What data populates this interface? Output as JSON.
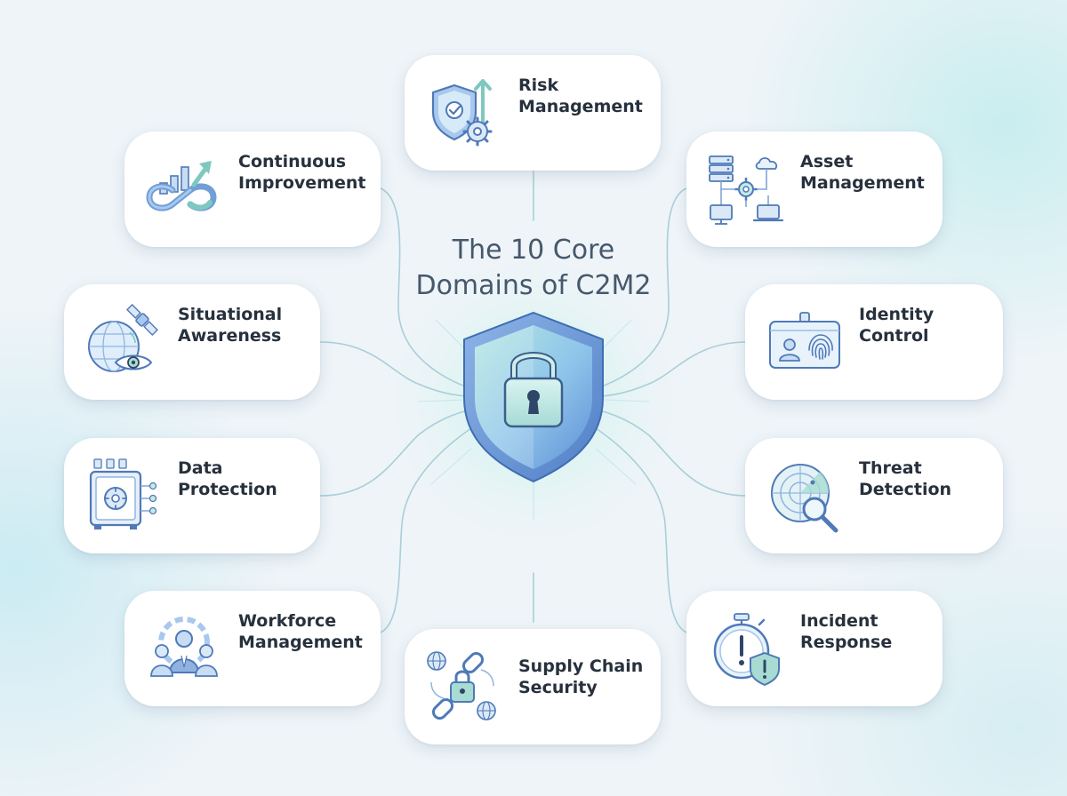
{
  "title": {
    "line1": "The 10 Core",
    "line2": "Domains of C2M2"
  },
  "colors": {
    "accent_blue": "#6f9fd6",
    "accent_teal": "#8fd3c9",
    "text": "#27313d",
    "title_text": "#45586c",
    "connector": "#a9cfd8"
  },
  "domains": [
    {
      "id": "risk-management",
      "line1": "Risk",
      "line2": "Management",
      "icon": "shield-gear-arrow-icon"
    },
    {
      "id": "asset-management",
      "line1": "Asset",
      "line2": "Management",
      "icon": "network-assets-icon"
    },
    {
      "id": "identity-control",
      "line1": "Identity",
      "line2": "Control",
      "icon": "id-card-fingerprint-icon"
    },
    {
      "id": "threat-detection",
      "line1": "Threat",
      "line2": "Detection",
      "icon": "radar-magnifier-icon"
    },
    {
      "id": "incident-response",
      "line1": "Incident",
      "line2": "Response",
      "icon": "stopwatch-alert-icon"
    },
    {
      "id": "supply-chain-security",
      "line1": "Supply Chain",
      "line2": "Security",
      "icon": "chain-lock-globe-icon"
    },
    {
      "id": "workforce-management",
      "line1": "Workforce",
      "line2": "Management",
      "icon": "team-gear-icon"
    },
    {
      "id": "data-protection",
      "line1": "Data",
      "line2": "Protection",
      "icon": "vault-icon"
    },
    {
      "id": "situational-awareness",
      "line1": "Situational",
      "line2": "Awareness",
      "icon": "globe-satellite-eye-icon"
    },
    {
      "id": "continuous-improvement",
      "line1": "Continuous",
      "line2": "Improvement",
      "icon": "infinity-growth-icon"
    }
  ]
}
